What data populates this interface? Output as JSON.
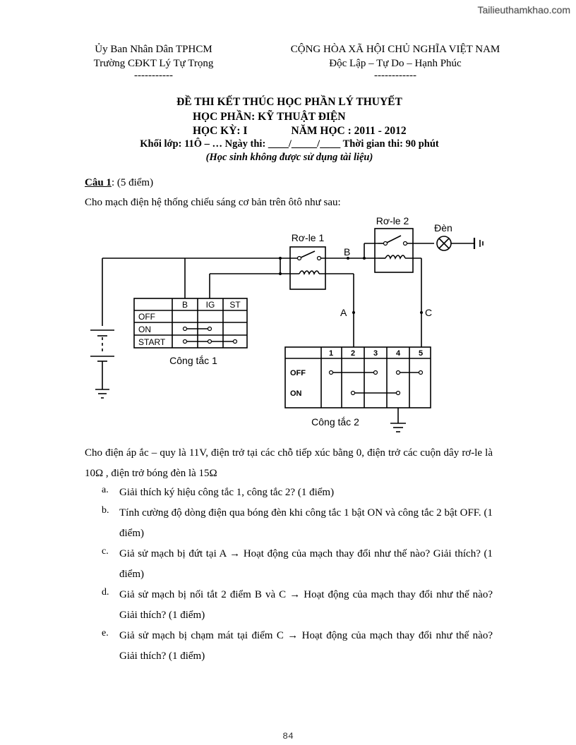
{
  "watermark": "Tailieuthamkhao.com",
  "header": {
    "left_line1": "Ủy Ban Nhân Dân TPHCM",
    "left_line2": "Trường CĐKT Lý Tự Trọng",
    "left_line3": "-----------",
    "right_line1": "CỘNG HÒA XÃ HỘI CHỦ NGHĨA VIỆT NAM",
    "right_line2": "Độc Lập – Tự Do – Hạnh Phúc",
    "right_line3": "------------"
  },
  "title": {
    "line1": "ĐỀ THI KẾT THÚC HỌC PHẦN LÝ THUYẾT",
    "line2": "HỌC PHẦN: KỸ THUẬT ĐIỆN",
    "semester": "HỌC KỲ: I",
    "school_year": "NĂM HỌC :  2011 - 2012",
    "line4": "Khối lớp:  11Ô – …  Ngày thi: ____/_____/____ Thời gian thi: 90 phút",
    "note": "(Học sinh không được sử dụng tài liệu)"
  },
  "question": {
    "label": "Câu 1",
    "points": ": (5 điểm)",
    "intro": "Cho mạch điện hệ thống chiếu sáng cơ bản trên ôtô như sau:",
    "conditions": "Cho điện áp ắc – quy là 11V, điện trở tại các chỗ tiếp xúc bằng 0, điện trở các cuộn dây rơ-le là 10Ω , điện trở bóng đèn là 15Ω",
    "items": [
      {
        "marker": "a.",
        "text": "Giải thích ký hiệu công tắc 1, công tắc 2? (1 điểm)"
      },
      {
        "marker": "b.",
        "text": "Tính cường độ dòng điện qua bóng đèn khi công tắc 1 bật ON và công tắc 2 bật OFF. (1 điểm)"
      },
      {
        "marker": "c.",
        "text": "Giả sử mạch bị đứt tại A → Hoạt động của mạch thay đổi như thế nào? Giải thích? (1 điểm)"
      },
      {
        "marker": "d.",
        "text": "Giả sử mạch bị nối tắt 2 điểm B và C → Hoạt động của mạch thay đổi như thế nào? Giải thích? (1 điểm)"
      },
      {
        "marker": "e.",
        "text": "Giả sử mạch bị chạm mát tại điểm C → Hoạt động của mạch thay đổi như thế nào? Giải thích? (1 điểm)"
      }
    ]
  },
  "diagram": {
    "relay1": "Rơ-le 1",
    "relay2": "Rơ-le 2",
    "lamp": "Đèn",
    "point_a": "A",
    "point_b": "B",
    "point_c": "C",
    "switch1": {
      "label": "Công tắc 1",
      "columns": [
        "B",
        "IG",
        "ST"
      ],
      "rows": [
        "OFF",
        "ON",
        "START"
      ]
    },
    "switch2": {
      "label": "Công tắc 2",
      "columns": [
        "1",
        "2",
        "3",
        "4",
        "5"
      ],
      "rows": [
        "OFF",
        "ON"
      ]
    }
  },
  "page_number": "84"
}
